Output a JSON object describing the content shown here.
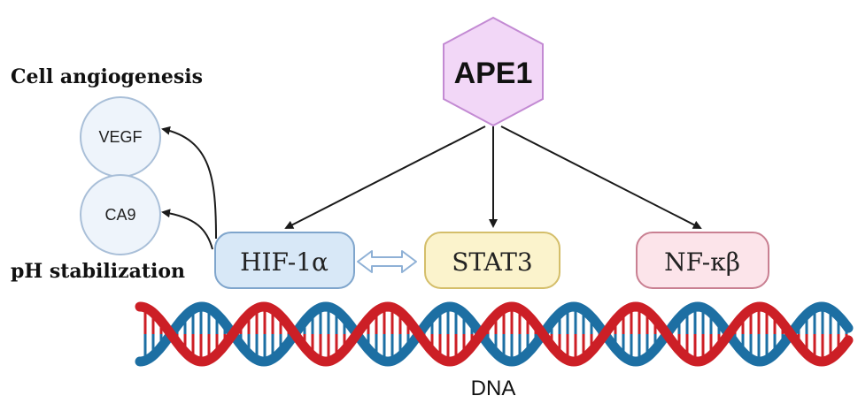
{
  "diagram": {
    "hub": {
      "label": "APE1"
    },
    "targets": [
      {
        "id": "hif",
        "label": "HIF-1α"
      },
      {
        "id": "stat3",
        "label": "STAT3"
      },
      {
        "id": "nfkb",
        "label": "NF-κβ"
      }
    ],
    "downstream": [
      {
        "id": "vegf",
        "label": "VEGF"
      },
      {
        "id": "ca9",
        "label": "CA9"
      }
    ],
    "side_labels": {
      "angiogenesis": "Cell angiogenesis",
      "ph": "pH stabilization"
    },
    "dna": {
      "label": "DNA"
    },
    "colors": {
      "hex_fill": "#f2d7f7",
      "hex_stroke": "#c38ad3",
      "hif_fill": "#d8e8f7",
      "hif_stroke": "#7fa5cc",
      "stat3_fill": "#fbf3cc",
      "stat3_stroke": "#d4be6a",
      "nfkb_fill": "#fce4ea",
      "nfkb_stroke": "#c98092",
      "circle_fill": "#eef4fb",
      "circle_stroke": "#a9bfd8",
      "dna_red": "#cc1f26",
      "dna_blue": "#1d6fa3"
    }
  }
}
